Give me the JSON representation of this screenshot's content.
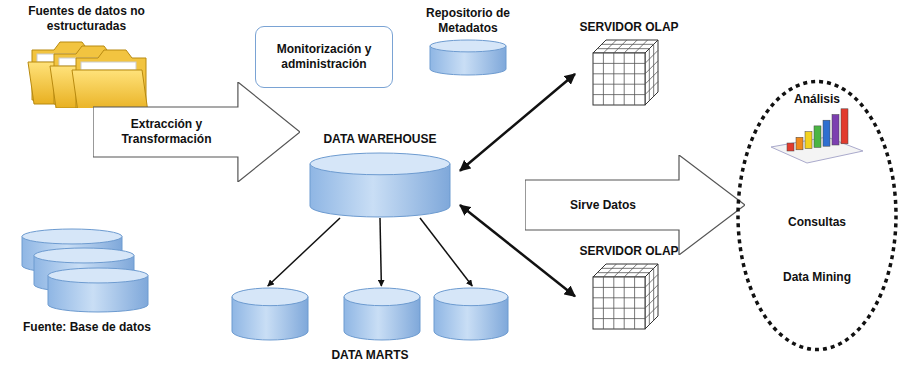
{
  "diagram": {
    "nodes": [
      {
        "text": [
          "Fuentes de datos no estructuradas"
        ]
      },
      {
        "text": [
          "Monitorización y administración"
        ]
      },
      {
        "text": [
          "Repositorio de Metadatos"
        ]
      },
      {
        "text": [
          "SERVIDOR OLAP"
        ]
      },
      {
        "text": [
          "Extracción y Transformación"
        ]
      },
      {
        "text": [
          "DATA WAREHOUSE"
        ]
      },
      {
        "text": [
          "Sirve Datos"
        ]
      },
      {
        "text": [
          "Análisis",
          "Consultas",
          "Data Mining"
        ]
      },
      {
        "text": [
          "SERVIDOR OLAP"
        ]
      },
      {
        "text": [
          "Fuente: Base de datos"
        ]
      },
      {
        "text": [
          "DATA MARTS"
        ]
      }
    ],
    "edges": [
      {
        "from": 5,
        "to": 3,
        "arrow": "both"
      },
      {
        "from": 5,
        "to": 8,
        "arrow": "both"
      },
      {
        "from": 5,
        "to": 10,
        "arrow": "to"
      },
      {
        "from": 5,
        "to": 10,
        "arrow": "to"
      },
      {
        "from": 5,
        "to": 10,
        "arrow": "to"
      }
    ]
  }
}
